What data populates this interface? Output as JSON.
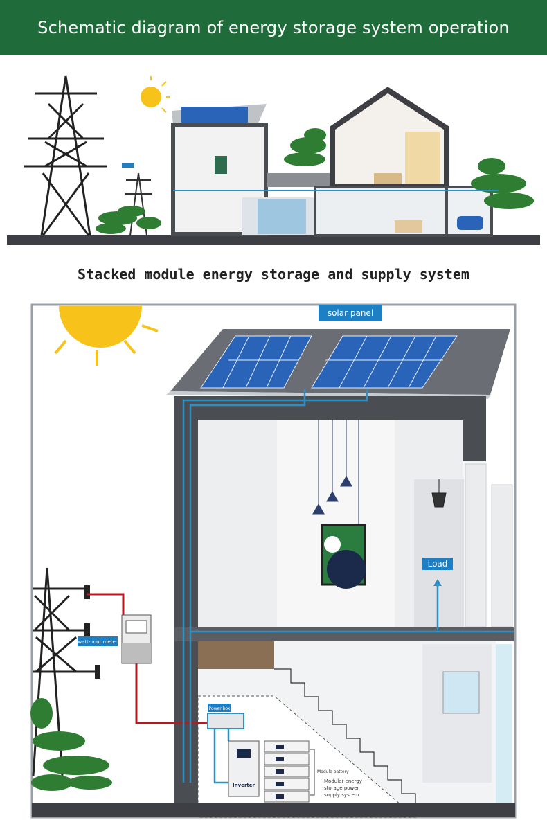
{
  "banner": {
    "title": "Schematic diagram of energy storage system operation"
  },
  "subtitle": "Stacked module energy storage and supply system",
  "labels": {
    "solar_panel": "solar panel",
    "load": "Load",
    "watt_hour_meter": "watt-hour meter",
    "power_box": "Power box",
    "inverter": "Inverter",
    "module_battery": "Module battery",
    "modular_system_line1": "Modular energy",
    "modular_system_line2": "storage power",
    "modular_system_line3": "supply system"
  },
  "colors": {
    "banner": "#1f6b3a",
    "wire_blue": "#2c8fc6",
    "wire_red": "#b01c22",
    "panel_blue": "#2a64b8",
    "wall_dark": "#4a4d52"
  }
}
